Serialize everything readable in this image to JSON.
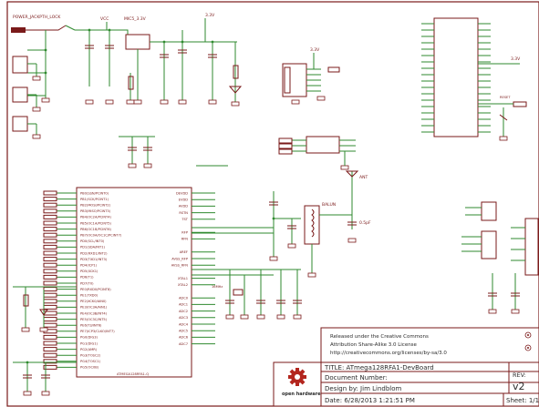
{
  "power_section": {
    "jack_label": "POWER_JACKPTH_LOCK",
    "vcc_top": "VCC",
    "reg_label": "MIC5_3.3V",
    "rail1": "3.3V",
    "rail2": "3.3V",
    "rail3": "3.3V"
  },
  "mcu": {
    "part_label": "ATMEGA128RFA1-Q",
    "left_pins": [
      "PB0(SSN/PCINT0)",
      "PB1(SCK/PCINT1)",
      "PB2(MOSI/PCINT2)",
      "PB3(MISO/PCINT3)",
      "PB4(OC2A/PCINT4)",
      "PB5(OC1A/PCINT5)",
      "PB6(OC1B/PCINT6)",
      "PB7(OC0A/OC1C/PCINT7)",
      "PD0(SCL/INT0)",
      "PD1(SDA/INT1)",
      "PD2(RXD1/INT2)",
      "PD3(TXD1/INT3)",
      "PD4(ICP1)",
      "PD5(XCK1)",
      "PD6(T1)",
      "PD7(T0)",
      "PE0(RXD0/PCINT8)",
      "PE1(TXD0)",
      "PE2(XCK0/AIN0)",
      "PE3(OC3A/AIN1)",
      "PE4(OC3B/INT4)",
      "PE5(OC3C/INT5)",
      "PE6(T3/INT6)",
      "PE7(ICP3/CLKO/INT7)",
      "PG0(DIG3)",
      "PG1(DIG1)",
      "PG2(AMR)",
      "PG3(TOSC2)",
      "PG4(TOSC1)",
      "PG5(OC0B)"
    ],
    "right_pins": [
      "DEVDD",
      "EVDD",
      "AVDD",
      "RSTN",
      "TST",
      "",
      "RFP",
      "RFN",
      "",
      "AREF",
      "AVSS_RFP",
      "AVSS_RFN",
      "",
      "XTAL1",
      "XTAL2",
      "",
      "ADC0",
      "ADC1",
      "ADC2",
      "ADC3",
      "ADC4",
      "ADC5",
      "ADC6",
      "ADC7"
    ]
  },
  "labels": {
    "balun": "BALUN",
    "antenna": "ANT",
    "reset": "RESET",
    "xtal": "16MHz",
    "cap_pf": "0.5pF"
  },
  "license": {
    "line1": "Released under the Creative Commons",
    "line2": "Attribution Share-Alike 3.0 License",
    "line3": "http://creativecommons.org/licenses/by-sa/3.0"
  },
  "title_block": {
    "title": "TITLE: ATmega128RFA1-DevBoard",
    "document": "Document Number:",
    "design": "Design by: Jim Lindblom",
    "date": "Date: 6/28/2013 1:21:51 PM",
    "sheet": "Sheet: 1/1",
    "rev_label": "REV:",
    "rev_value": "v2",
    "logo_text": "open hardware"
  }
}
